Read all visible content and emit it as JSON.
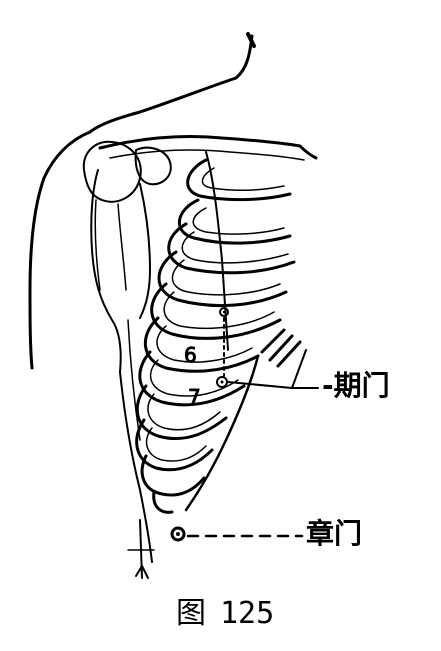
{
  "labels": {
    "qimen": "期门",
    "zhangmen": "章门"
  },
  "rib_numbers": [
    "6",
    "7"
  ],
  "caption": {
    "prefix": "图",
    "number": "125"
  },
  "colors": {
    "ink": "#000000",
    "paper": "#ffffff"
  }
}
